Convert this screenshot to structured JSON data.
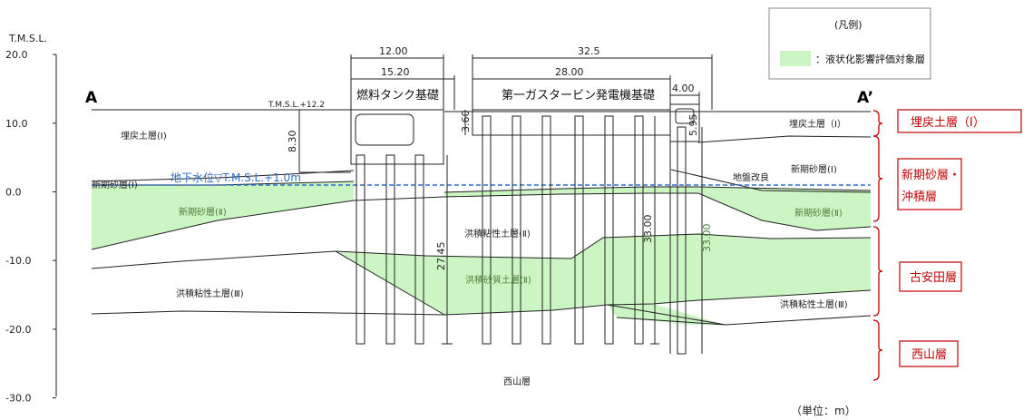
{
  "axis": {
    "title": "T.M.S.L.",
    "ticks": [
      {
        "value": 20,
        "label": "20.0"
      },
      {
        "value": 10,
        "label": "10.0"
      },
      {
        "value": 0,
        "label": "0.0"
      },
      {
        "value": -10,
        "label": "-10.0"
      },
      {
        "value": -20,
        "label": "-20.0"
      },
      {
        "value": -30,
        "label": "-30.0"
      }
    ]
  },
  "section": {
    "start": "A",
    "end": "A’"
  },
  "structures": {
    "fuel_tank": "燃料タンク基礎",
    "gas_turbine": "第一ガスタービン発電機基礎"
  },
  "dimensions": {
    "d1200": "12.00",
    "d1520": "15.20",
    "d325": "32.5",
    "d2800": "28.00",
    "d400": "4.00",
    "d830": "8.30",
    "d360": "3.60",
    "d595": "5.95",
    "d2745": "27.45",
    "d3300a": "33.00",
    "d3300b": "33.00"
  },
  "elevation_label": "T.M.S.L.+12.2",
  "groundwater": "地下水位▽T.M.S.L.+1.0m",
  "layers": {
    "fill_left": "埋戻土層(Ⅰ)",
    "fill_right": "埋戻土層（Ⅰ）",
    "new_sand1_left": "新期砂層(Ⅰ)",
    "new_sand1_right": "新期砂層(Ⅰ)",
    "new_sand2_left": "新期砂層(Ⅱ)",
    "new_sand2_right": "新期砂層(Ⅱ)",
    "ground_improve": "地盤改良",
    "clay2": "洪積粘性土層(Ⅱ)",
    "sand2": "洪積砂質土層(Ⅱ)",
    "clay3_left": "洪積粘性土層(Ⅲ)",
    "clay3_right": "洪積粘性土層(Ⅲ)",
    "nishiyama": "西山層"
  },
  "legend": {
    "title": "(凡例)",
    "item": "：液状化影響評価対象層",
    "swatch_color": "#ccf5c4"
  },
  "formations": {
    "f1": "埋戻土層（Ⅰ）",
    "f2_line1": "新期砂層・",
    "f2_line2": "沖積層",
    "f3": "古安田層",
    "f4": "西山層"
  },
  "unit": "（単位：m）",
  "colors": {
    "liquefaction_fill": "#ccf5c4",
    "formation_red": "#c00000",
    "water_blue": "#2f6fc9"
  }
}
